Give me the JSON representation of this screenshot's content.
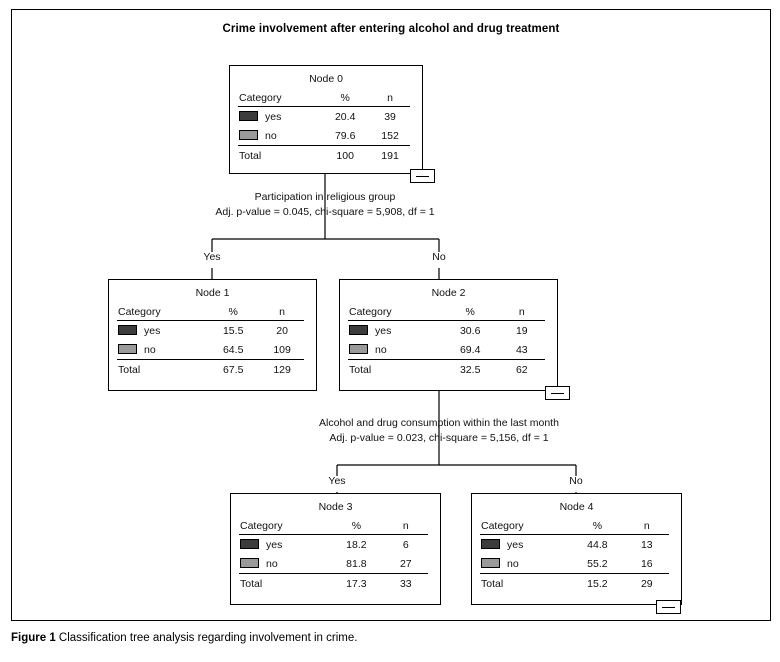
{
  "figure": {
    "chart_title": "Crime involvement after entering alcohol and drug treatment",
    "caption_label": "Figure 1",
    "caption_text": " Classification tree analysis regarding involvement in crime."
  },
  "legend": {
    "yes_color": "#3c3c3c",
    "no_color": "#9a9a9a"
  },
  "columns": {
    "category": "Category",
    "percent": "%",
    "count": "n",
    "total": "Total"
  },
  "categories": {
    "yes": "yes",
    "no": "no"
  },
  "nodes": {
    "node0": {
      "title": "Node 0",
      "yes_pct": "20.4",
      "yes_n": "39",
      "no_pct": "79.6",
      "no_n": "152",
      "total_pct": "100",
      "total_n": "191"
    },
    "node1": {
      "title": "Node 1",
      "yes_pct": "15.5",
      "yes_n": "20",
      "no_pct": "64.5",
      "no_n": "109",
      "total_pct": "67.5",
      "total_n": "129"
    },
    "node2": {
      "title": "Node 2",
      "yes_pct": "30.6",
      "yes_n": "19",
      "no_pct": "69.4",
      "no_n": "43",
      "total_pct": "32.5",
      "total_n": "62"
    },
    "node3": {
      "title": "Node 3",
      "yes_pct": "18.2",
      "yes_n": "6",
      "no_pct": "81.8",
      "no_n": "27",
      "total_pct": "17.3",
      "total_n": "33"
    },
    "node4": {
      "title": "Node 4",
      "yes_pct": "44.8",
      "yes_n": "13",
      "no_pct": "55.2",
      "no_n": "16",
      "total_pct": "15.2",
      "total_n": "29"
    }
  },
  "splits": {
    "split1": {
      "variable": "Participation in religious group",
      "stats": "Adj. p-value = 0.045, chi-square = 5,908, df = 1",
      "left_branch": "Yes",
      "right_branch": "No"
    },
    "split2": {
      "variable": "Alcohol and drug consumption within the last month",
      "stats": "Adj. p-value = 0.023, chi-square = 5,156, df = 1",
      "left_branch": "Yes",
      "right_branch": "No"
    }
  },
  "chart_data": {
    "type": "table",
    "title": "Crime involvement after entering alcohol and drug treatment",
    "tree": [
      {
        "id": "Node 0",
        "depth": 0,
        "parent": null,
        "branch_from_parent": null,
        "categories": [
          "yes",
          "no"
        ],
        "percents": [
          20.4,
          79.6
        ],
        "counts": [
          39,
          152
        ],
        "total_percent": 100,
        "total_n": 191,
        "split_variable": "Participation in religious group",
        "adj_p_value": 0.045,
        "chi_square": 5.908,
        "df": 1
      },
      {
        "id": "Node 1",
        "depth": 1,
        "parent": "Node 0",
        "branch_from_parent": "Yes",
        "categories": [
          "yes",
          "no"
        ],
        "percents": [
          15.5,
          64.5
        ],
        "counts": [
          20,
          109
        ],
        "total_percent": 67.5,
        "total_n": 129,
        "split_variable": null
      },
      {
        "id": "Node 2",
        "depth": 1,
        "parent": "Node 0",
        "branch_from_parent": "No",
        "categories": [
          "yes",
          "no"
        ],
        "percents": [
          30.6,
          69.4
        ],
        "counts": [
          19,
          43
        ],
        "total_percent": 32.5,
        "total_n": 62,
        "split_variable": "Alcohol and drug consumption within the last month",
        "adj_p_value": 0.023,
        "chi_square": 5.156,
        "df": 1
      },
      {
        "id": "Node 3",
        "depth": 2,
        "parent": "Node 2",
        "branch_from_parent": "Yes",
        "categories": [
          "yes",
          "no"
        ],
        "percents": [
          18.2,
          81.8
        ],
        "counts": [
          6,
          27
        ],
        "total_percent": 17.3,
        "total_n": 33,
        "split_variable": null
      },
      {
        "id": "Node 4",
        "depth": 2,
        "parent": "Node 2",
        "branch_from_parent": "No",
        "categories": [
          "yes",
          "no"
        ],
        "percents": [
          44.8,
          55.2
        ],
        "counts": [
          13,
          16
        ],
        "total_percent": 15.2,
        "total_n": 29,
        "split_variable": null
      }
    ],
    "legend": [
      {
        "label": "yes",
        "color": "#3c3c3c"
      },
      {
        "label": "no",
        "color": "#9a9a9a"
      }
    ]
  }
}
